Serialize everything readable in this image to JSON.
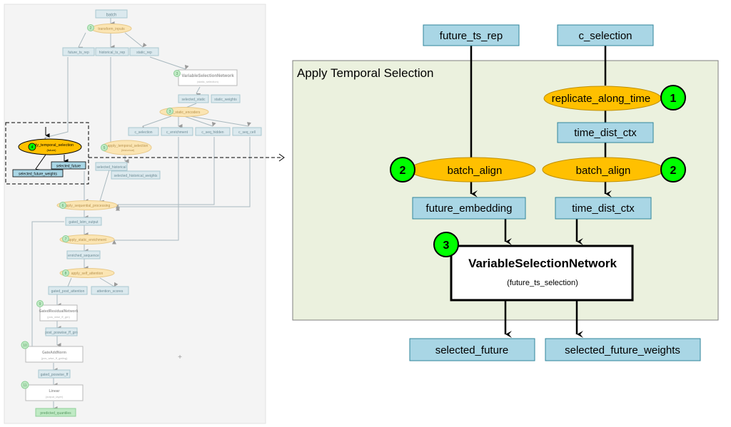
{
  "overview": {
    "nodes": {
      "batch": "batch",
      "transform_inputs": "transform_inputs",
      "future_ts_rep": "future_ts_rep",
      "historical_ts_rep": "historical_ts_rep",
      "static_rep": "static_rep",
      "vsn_static": "VariableSelectionNetwork",
      "vsn_static_sub": "(static_selection)",
      "selected_static": "selected_static",
      "static_weights": "static_weights",
      "get_static_encoders": "get_static_encoders",
      "c_selection": "c_selection",
      "c_enrichment": "c_enrichment",
      "c_seq_hidden": "c_seq_hidden",
      "c_seq_cell": "c_seq_cell",
      "apply_temporal_selection_future": "apply_temporal_selection",
      "apply_temporal_selection_future_sub": "(future)",
      "apply_temporal_selection_hist": "apply_temporal_selection",
      "apply_temporal_selection_hist_sub": "(historical)",
      "selected_future": "selected_future",
      "selected_future_weights": "selected_future_weights",
      "selected_historical": "selected_historical",
      "selected_historical_weights": "selected_historical_weights",
      "apply_sequential_processing": "apply_sequential_processing",
      "gated_lstm_output": "gated_lstm_output",
      "apply_static_enrichment": "apply_static_enrichment",
      "enriched_sequence": "enriched_sequence",
      "apply_self_attention": "apply_self_attention",
      "gated_post_attention": "gated_post_attention",
      "attention_scores": "attention_scores",
      "grn": "GatedResidualNetwork",
      "grn_sub": "(pos_wise_ff_grn)",
      "post_poswise_ff_grn": "post_poswise_ff_grn",
      "gateaddnorm": "GateAddNorm",
      "gateaddnorm_sub": "(pos_wise_ff_gating)",
      "gated_poswise_ff": "gated_poswise_ff",
      "linear": "Linear",
      "linear_sub": "(output_layer)",
      "predicted_quantiles": "predicted_quantiles"
    },
    "step_numbers": [
      "1",
      "2",
      "3",
      "4",
      "5",
      "6",
      "7",
      "8",
      "9",
      "10",
      "11"
    ],
    "plus_sign": "+"
  },
  "detail": {
    "title": "Apply Temporal Selection",
    "future_ts_rep": "future_ts_rep",
    "c_selection": "c_selection",
    "replicate_along_time": "replicate_along_time",
    "time_dist_ctx_top": "time_dist_ctx",
    "batch_align_left": "batch_align",
    "batch_align_right": "batch_align",
    "future_embedding": "future_embedding",
    "time_dist_ctx_bottom": "time_dist_ctx",
    "vsn": "VariableSelectionNetwork",
    "vsn_sub": "(future_ts_selection)",
    "selected_future": "selected_future",
    "selected_future_weights": "selected_future_weights",
    "badges": {
      "replicate": "1",
      "batch_align_left": "2",
      "batch_align_right": "2",
      "vsn": "3"
    }
  },
  "colors": {
    "rect_fill": "#a9d6e5",
    "rect_stroke": "#31859b",
    "ellipse_fill": "#ffc000",
    "ellipse_stroke": "#bf8f00",
    "badge_fill": "#00ff00",
    "panel_fill": "#ebf1de",
    "panel_stroke": "#7f7f7f",
    "faded_rect_fill": "#dbe9ee",
    "faded_ellipse_fill": "#fbe5b3",
    "faded_green": "#bfeac4"
  }
}
